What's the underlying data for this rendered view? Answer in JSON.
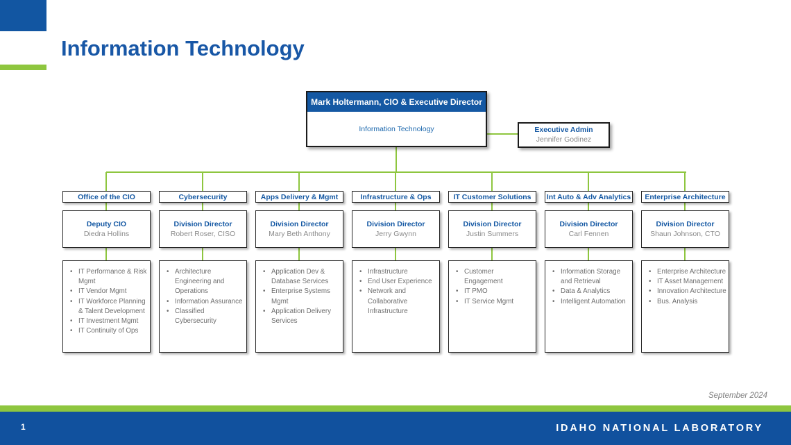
{
  "title": "Information Technology",
  "top_box": {
    "header": "Mark Holtermann, CIO & Executive Director",
    "body": "Information Technology"
  },
  "admin_box": {
    "title": "Executive Admin",
    "name": "Jennifer Godinez"
  },
  "columns": [
    {
      "header": "Office of the CIO",
      "role": "Deputy CIO",
      "name": "Diedra Hollins",
      "items": [
        "IT Performance & Risk Mgmt",
        "IT Vendor Mgmt",
        "IT Workforce Planning & Talent Development",
        "IT Investment Mgmt",
        "IT Continuity of Ops"
      ]
    },
    {
      "header": "Cybersecurity",
      "role": "Division Director",
      "name": "Robert Roser, CISO",
      "items": [
        "Architecture Engineering and Operations",
        "Information Assurance",
        "Classified Cybersecurity"
      ]
    },
    {
      "header": "Apps Delivery & Mgmt",
      "role": "Division Director",
      "name": "Mary Beth Anthony",
      "items": [
        "Application Dev & Database Services",
        "Enterprise Systems Mgmt",
        "Application Delivery Services"
      ]
    },
    {
      "header": "Infrastructure & Ops",
      "role": "Division Director",
      "name": "Jerry Gwynn",
      "items": [
        "Infrastructure",
        "End User Experience",
        "Network and Collaborative Infrastructure"
      ]
    },
    {
      "header": "IT Customer Solutions",
      "role": "Division Director",
      "name": "Justin Summers",
      "items": [
        "Customer Engagement",
        "IT PMO",
        "IT Service Mgmt"
      ]
    },
    {
      "header": "Int Auto & Adv Analytics",
      "role": "Division Director",
      "name": "Carl Fennen",
      "items": [
        "Information Storage and Retrieval",
        "Data & Analytics",
        "Intelligent Automation"
      ]
    },
    {
      "header": "Enterprise Architecture",
      "role": "Division Director",
      "name": "Shaun Johnson, CTO",
      "items": [
        "Enterprise Architecture",
        "IT Asset Management",
        "Innovation Architecture",
        "Bus. Analysis"
      ]
    }
  ],
  "date_label": "September 2024",
  "footer": {
    "page_number": "1",
    "org_name": "IDAHO NATIONAL LABORATORY"
  },
  "colors": {
    "brand_blue": "#1458A3",
    "accent_green": "#8EC63F",
    "footer_blue": "#11519E",
    "bullet_text_gray": "#6E6E6E",
    "name_text_gray": "#8A8A8A"
  }
}
